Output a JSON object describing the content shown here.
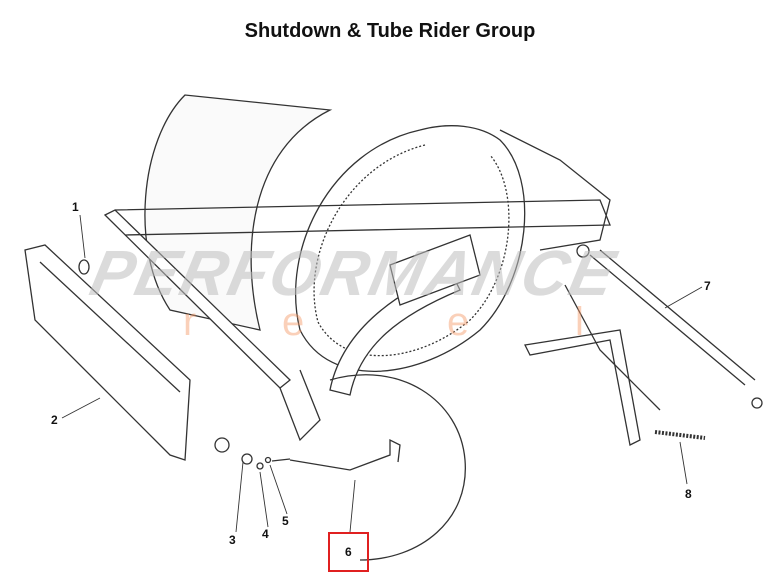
{
  "title": "Shutdown & Tube Rider Group",
  "callouts": [
    "1",
    "2",
    "3",
    "4",
    "5",
    "6",
    "7",
    "8"
  ],
  "highlighted_callout": "6",
  "highlight_color": "#e02020",
  "watermark": {
    "brand": "PERFORMANCE",
    "sub": [
      "r",
      "e",
      "e",
      "l"
    ]
  }
}
